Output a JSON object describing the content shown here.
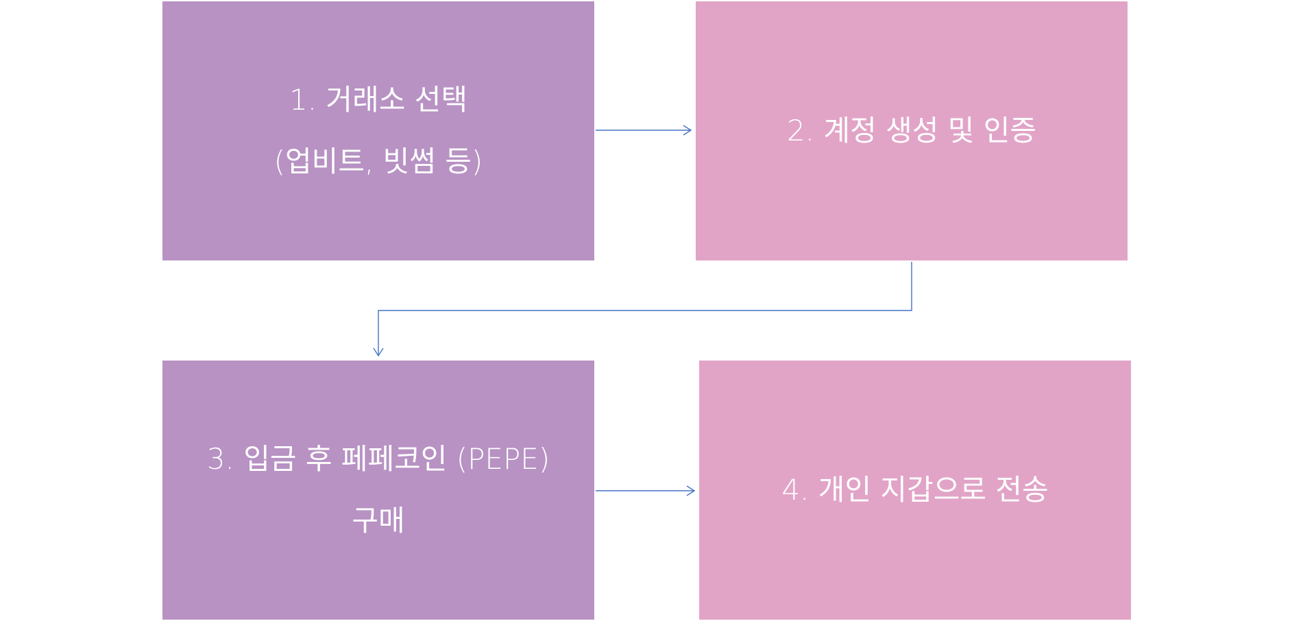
{
  "colors": {
    "purple_box": "#b792c3",
    "pink_box": "#e1a4c7",
    "connector": "#4472c4",
    "text": "#ffffff"
  },
  "steps": [
    {
      "lines": [
        "1. 거래소 선택",
        "(업비트, 빗썸 등)"
      ]
    },
    {
      "lines": [
        "2. 계정 생성 및 인증"
      ]
    },
    {
      "lines": [
        "3. 입금 후 페페코인 (PEPE)",
        "구매"
      ]
    },
    {
      "lines": [
        "4. 개인 지갑으로 전송"
      ]
    }
  ]
}
